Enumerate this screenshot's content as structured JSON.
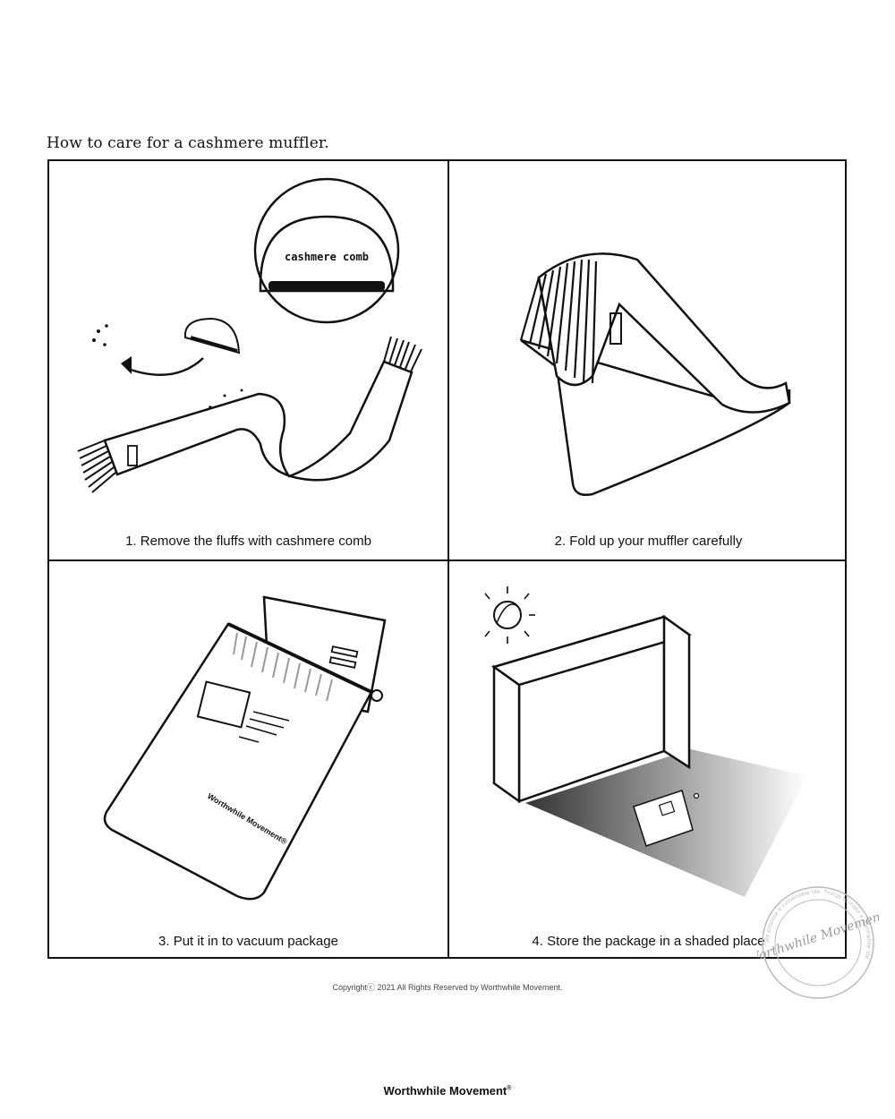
{
  "page": {
    "title": "How to care for a cashmere muffler.",
    "copyright": "Copyrightⓒ 2021 All Rights Reserved by Worthwhile Movement.",
    "brand": "Worthwhile Movement",
    "brand_mark": "®"
  },
  "steps": [
    {
      "caption": "1. Remove the fluffs with cashmere comb",
      "label": "cashmere comb"
    },
    {
      "caption": "2. Fold up your muffler carefully"
    },
    {
      "caption": "3. Put it in to vacuum package",
      "label": "Worthwhile Movement®"
    },
    {
      "caption": "4. Store the package in a shaded place"
    }
  ],
  "stamp": {
    "signature": "Worthwhile Movement",
    "ring_text": "We propose a sustainable life. Things to make a worthwhile life."
  }
}
